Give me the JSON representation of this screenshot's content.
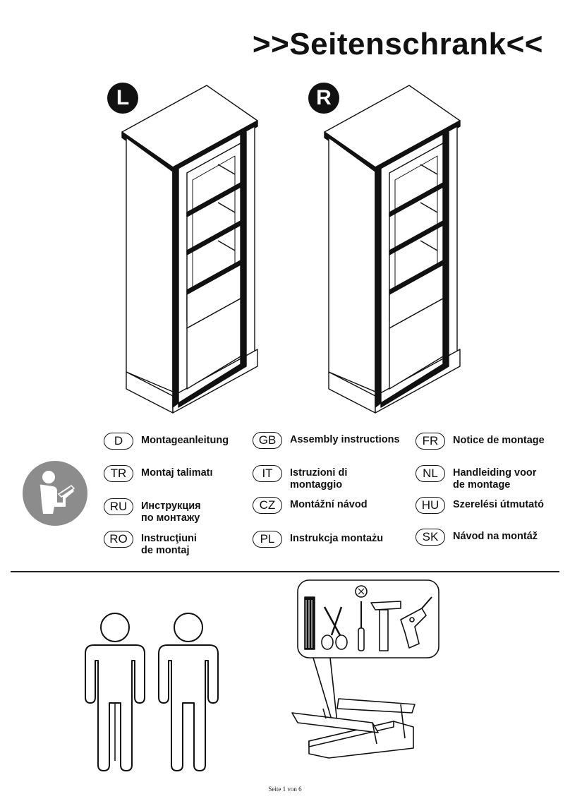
{
  "header": {
    "title": ">>Seitenschrank<<"
  },
  "variants": [
    {
      "badge": "L"
    },
    {
      "badge": "R"
    }
  ],
  "languages": [
    {
      "code": "D",
      "text": "Montageanleitung"
    },
    {
      "code": "GB",
      "text": "Assembly instructions"
    },
    {
      "code": "FR",
      "text": "Notice de montage"
    },
    {
      "code": "TR",
      "text": "Montaj talimatı"
    },
    {
      "code": "IT",
      "text": "Istruzioni di\nmontaggio"
    },
    {
      "code": "NL",
      "text": "Handleiding voor\nde montage"
    },
    {
      "code": "RU",
      "text": "Инструкция\nпо монтажу"
    },
    {
      "code": "CZ",
      "text": "Montážní návod"
    },
    {
      "code": "HU",
      "text": "Szerelési útmutató"
    },
    {
      "code": "RO",
      "text": "Instrucţiuni\nde montaj"
    },
    {
      "code": "PL",
      "text": "Instrukcja montażu"
    },
    {
      "code": "SK",
      "text": "Návod na montáž"
    }
  ],
  "icons": {
    "manual": "read-manual-icon",
    "persons": "two-persons-icon",
    "toolbox": "toolbox-icon",
    "tools": [
      "screws-icon",
      "scissors-icon",
      "screwdriver-icon",
      "hammer-icon",
      "drill-icon"
    ],
    "not_allowed": "cross-icon"
  },
  "footer": {
    "page": "Seite 1 von 6"
  }
}
